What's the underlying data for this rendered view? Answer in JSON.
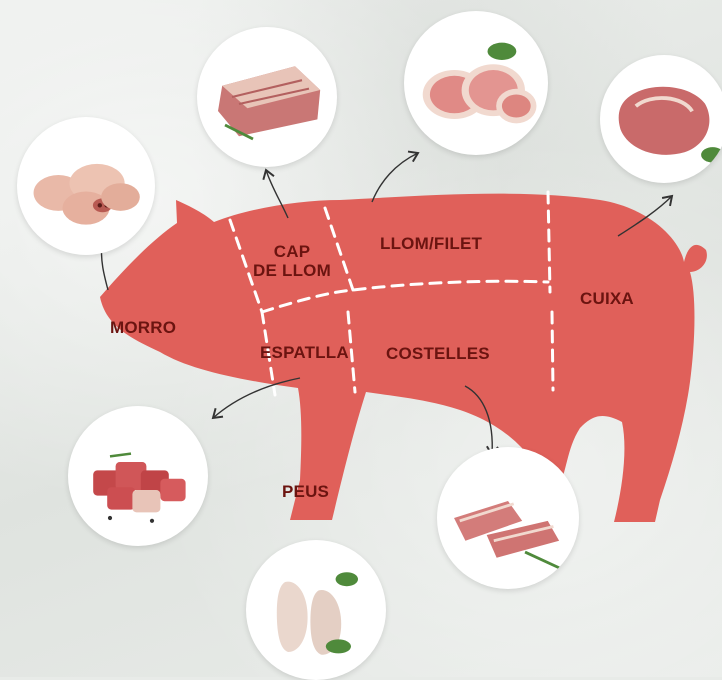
{
  "colors": {
    "body": "#e0605a",
    "cut_line": "#ffffff",
    "label": "#6b1410",
    "arrow": "#333333",
    "meat": "#c96a6a",
    "fat": "#f1d9cf",
    "herb": "#4f8a3b"
  },
  "cuts": {
    "morro": "MORRO",
    "cap_de_llom": "CAP\nDE LLOM",
    "llom_filet": "LLOM/FILET",
    "cuixa": "CUIXA",
    "espatlla": "ESPATLLA",
    "costelles": "COSTELLES",
    "peus": "PEUS"
  },
  "photos": [
    {
      "name": "photo-morro",
      "icon": "pig-snouts"
    },
    {
      "name": "photo-cap-de-llom",
      "icon": "pork-neck-roast"
    },
    {
      "name": "photo-llom-filet",
      "icon": "loin-chops"
    },
    {
      "name": "photo-cuixa",
      "icon": "ham-leg"
    },
    {
      "name": "photo-espatlla",
      "icon": "shoulder-cubes"
    },
    {
      "name": "photo-costelles",
      "icon": "ribs"
    },
    {
      "name": "photo-peus",
      "icon": "pig-trotters"
    }
  ]
}
